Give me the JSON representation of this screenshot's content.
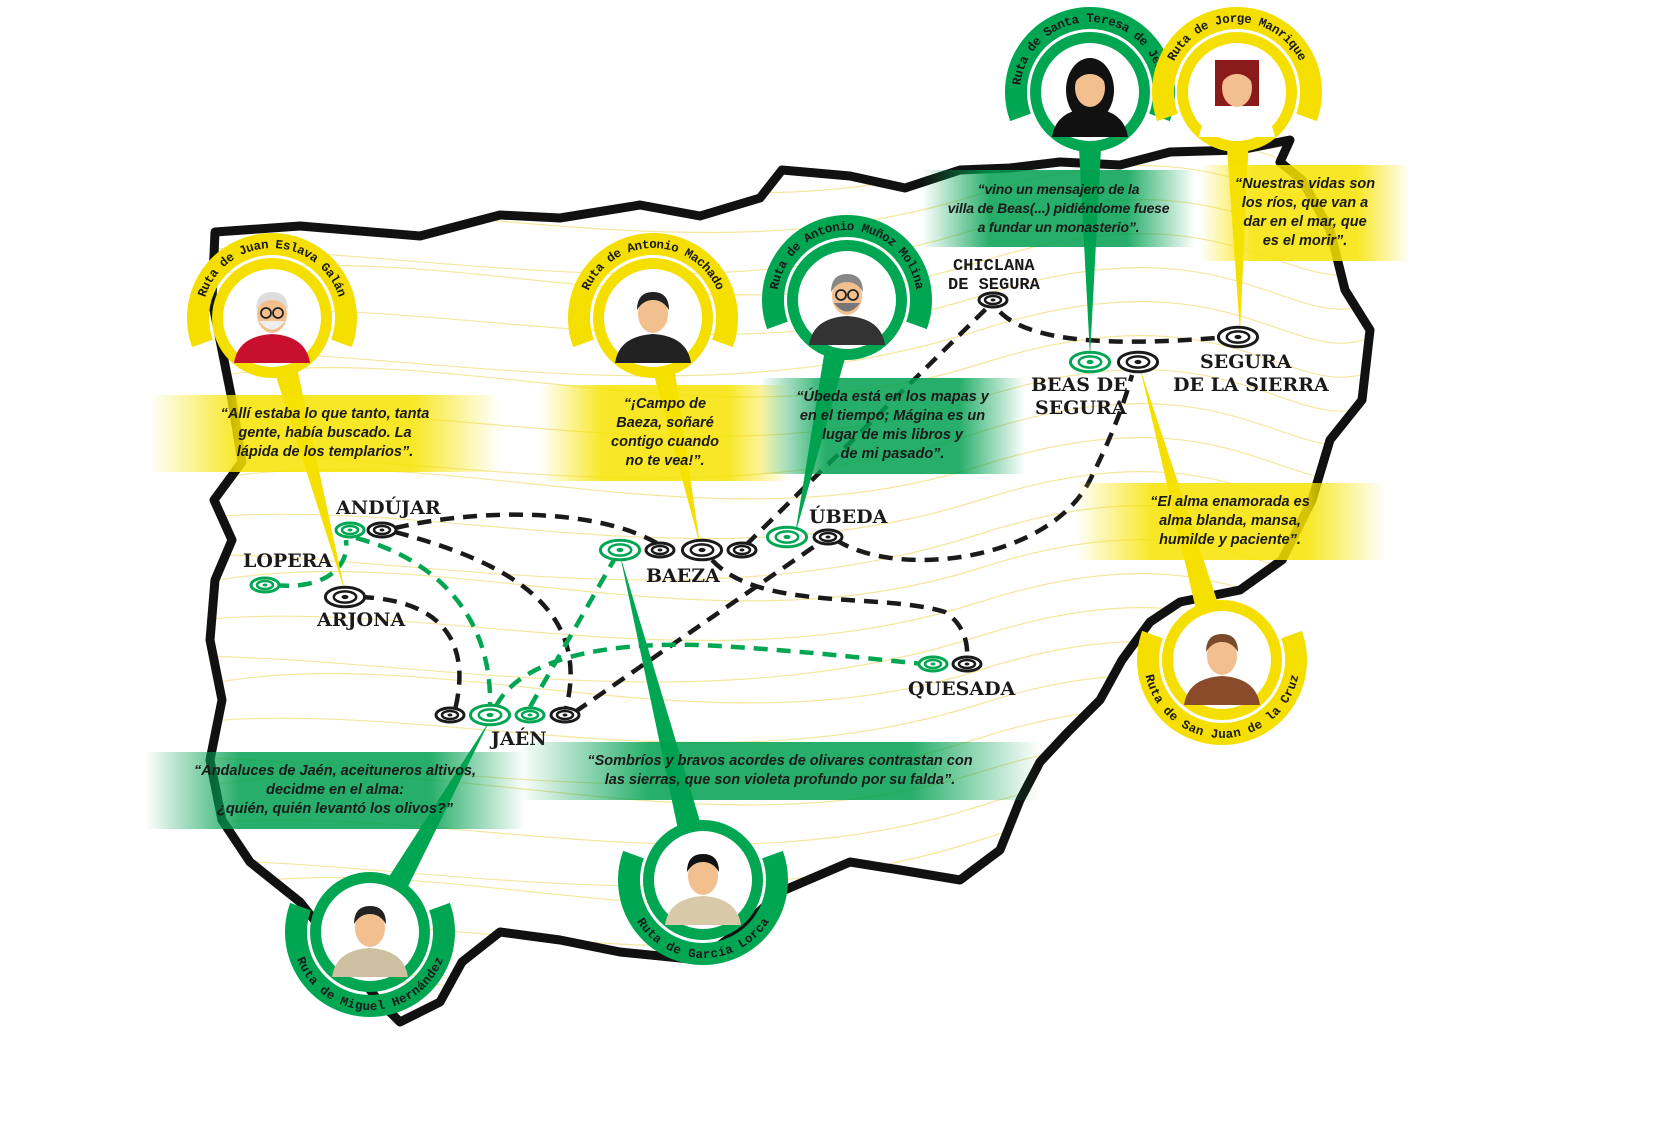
{
  "colors": {
    "yellow": "#f4df00",
    "green": "#00a651",
    "black": "#1a1a1a",
    "contour": "#f3e7a0"
  },
  "cities": {
    "andujar": "ANDÚJAR",
    "lopera": "LOPERA",
    "arjona": "ARJONA",
    "jaen": "JAÉN",
    "baeza": "BAEZA",
    "ubeda": "ÚBEDA",
    "quesada": "QUESADA",
    "chiclana_1": "CHICLANA",
    "chiclana_2": "DE SEGURA",
    "beas_1": "BEAS DE",
    "beas_2": "SEGURA",
    "segura_1": "SEGURA",
    "segura_2": "DE LA SIERRA"
  },
  "routes": [
    {
      "id": "eslava",
      "label": "Ruta de Juan Eslava Galán",
      "color": "yellow",
      "icon": "portrait-juan-eslava-galan",
      "quote": [
        "“Allí estaba lo que tanto, tanta",
        "gente, había buscado. La",
        "lápida de los templarios”."
      ]
    },
    {
      "id": "machado",
      "label": "Ruta de Antonio Machado",
      "color": "yellow",
      "icon": "portrait-antonio-machado",
      "quote": [
        "“¡Campo de",
        "Baeza, soñaré",
        "contigo cuando",
        "no te vea!”."
      ]
    },
    {
      "id": "munoz",
      "label": "Ruta de Antonio Muñoz Molina",
      "color": "green",
      "icon": "portrait-antonio-munoz-molina",
      "quote": [
        "“Úbeda está en los mapas y",
        "en el tiempo; Mágina es un",
        "lugar de mis libros y",
        "de mi pasado”."
      ]
    },
    {
      "id": "teresa",
      "label": "Ruta de Santa Teresa de Jesús",
      "color": "green",
      "icon": "portrait-santa-teresa",
      "quote": [
        "“vino un mensajero de la",
        "villa de Beas(...) pidiéndome fuese",
        "a fundar un monasterio”."
      ]
    },
    {
      "id": "manrique",
      "label": "Ruta de Jorge Manrique",
      "color": "yellow",
      "icon": "portrait-jorge-manrique",
      "quote": [
        "“Nuestras vidas son",
        "los ríos, que van a",
        "dar en el mar, que",
        "es el morir”."
      ]
    },
    {
      "id": "sanjuan",
      "label": "Ruta de San Juan de la Cruz",
      "color": "yellow",
      "icon": "portrait-san-juan-de-la-cruz",
      "quote": [
        "“El alma enamorada es",
        "alma blanda, mansa,",
        "humilde y paciente”."
      ]
    },
    {
      "id": "lorca",
      "label": "Ruta de García Lorca",
      "color": "green",
      "icon": "portrait-garcia-lorca",
      "quote": [
        "“Sombríos y bravos acordes de olivares contrastan con",
        "las sierras, que son violeta profundo por su falda”."
      ]
    },
    {
      "id": "hernandez",
      "label": "Ruta de Miguel Hernández",
      "color": "green",
      "icon": "portrait-miguel-hernandez",
      "quote": [
        "“Andaluces de Jaén, aceituneros altivos,",
        "decidme en el alma:",
        "¿quién, quién levantó los olivos?”"
      ]
    }
  ]
}
